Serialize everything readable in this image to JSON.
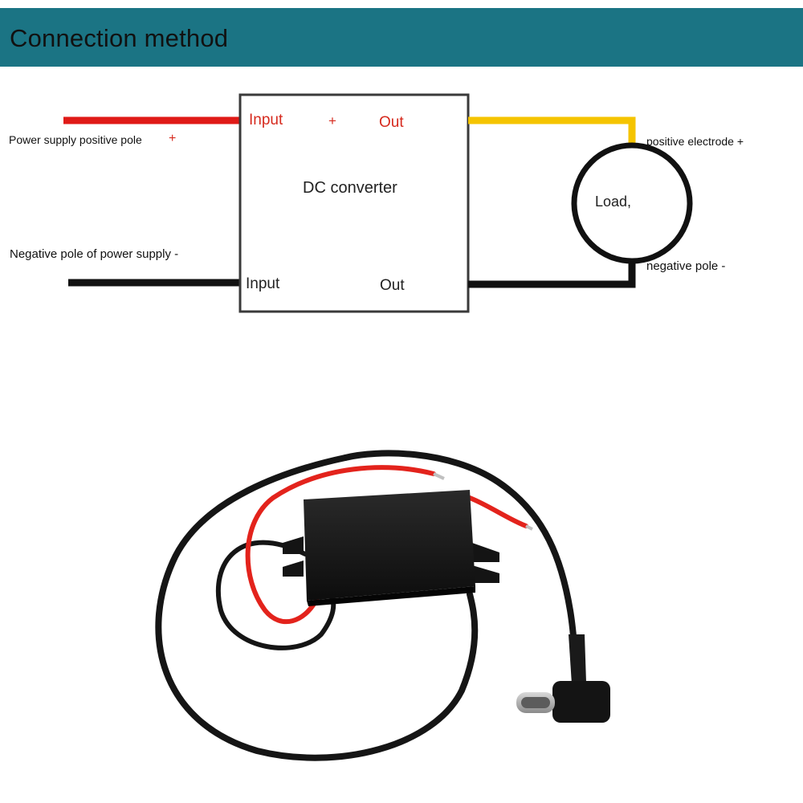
{
  "header": {
    "title": "Connection method"
  },
  "diagram": {
    "left_labels": {
      "positive": "Power supply positive pole",
      "positive_sign": "+",
      "negative": "Negative pole of power supply -"
    },
    "converter": {
      "name": "DC converter",
      "input_top": "Input",
      "plus": "+",
      "out_top": "Out",
      "input_bottom": "Input",
      "out_bottom": "Out"
    },
    "load": {
      "name": "Load,",
      "positive": "positive electrode +",
      "negative": "negative pole -"
    },
    "colors": {
      "header": "#1b7484",
      "wire_positive": "#e01a17",
      "wire_negative": "#111111",
      "wire_output_positive": "#f5c400",
      "label_red": "#d62a1e"
    }
  },
  "photo": {
    "icons": [
      "dc-converter-module",
      "usb-c-right-angle-plug",
      "red-wire",
      "black-wire"
    ]
  }
}
